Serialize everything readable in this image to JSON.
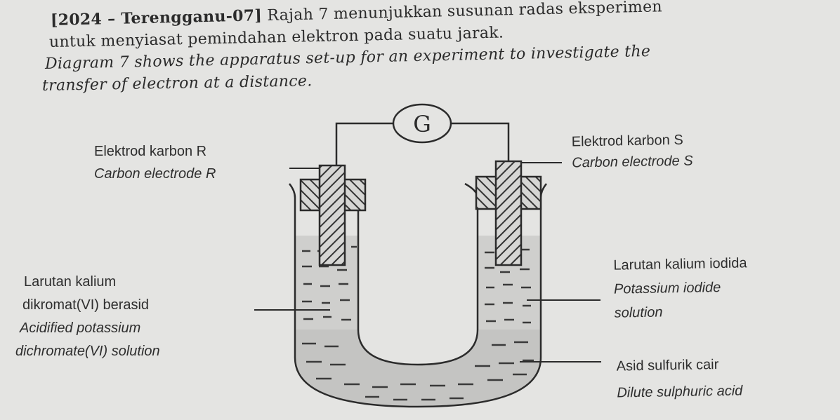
{
  "question": {
    "tag": "[2024 – Terengganu-07]",
    "ms_line1": "Rajah 7 menunjukkan susunan radas eksperimen",
    "ms_line2": "untuk menyiasat pemindahan elektron pada suatu jarak.",
    "en_line1": "Diagram 7 shows the apparatus set-up for an experiment to investigate the",
    "en_line2": "transfer of electron at a distance."
  },
  "diagram": {
    "galvanometer_symbol": "G",
    "labels": {
      "electrode_r_ms": "Elektrod karbon R",
      "electrode_r_en": "Carbon electrode R",
      "electrode_s_ms": "Elektrod karbon S",
      "electrode_s_en": "Carbon electrode S",
      "dichromate_ms_1": "Larutan kalium",
      "dichromate_ms_2": "dikromat(VI) berasid",
      "dichromate_en_1": "Acidified potassium",
      "dichromate_en_2": "dichromate(VI) solution",
      "iodide_ms": "Larutan kalium iodida",
      "iodide_en_1": "Potassium iodide",
      "iodide_en_2": "solution",
      "acid_ms": "Asid sulfurik cair",
      "acid_en": "Dilute sulphuric acid"
    }
  }
}
